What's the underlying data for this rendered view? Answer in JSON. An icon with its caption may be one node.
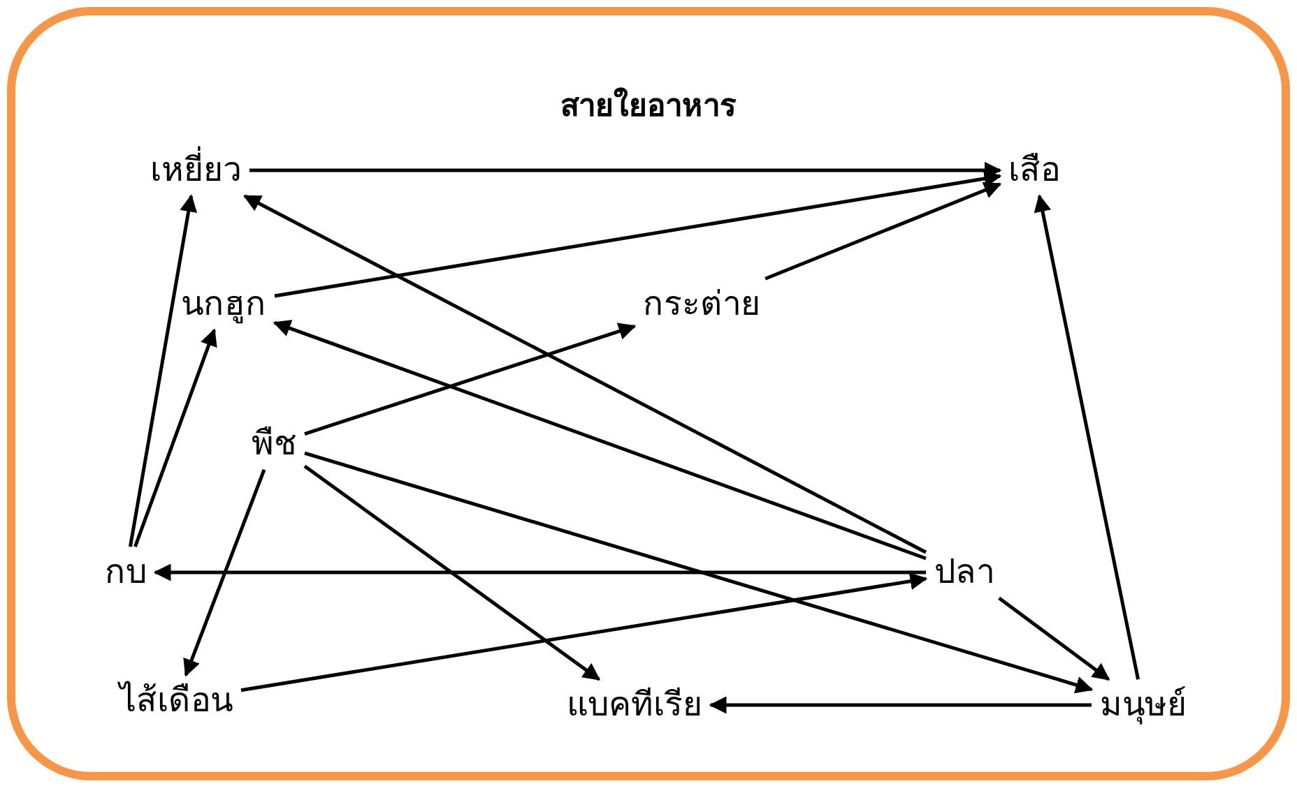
{
  "diagram": {
    "title": "สายใยอาหาร",
    "nodes": [
      {
        "text": [
          "เหยี่ยว"
        ]
      },
      {
        "text": [
          "เสือ"
        ]
      },
      {
        "text": [
          "นกฮูก"
        ]
      },
      {
        "text": [
          "กระต่าย"
        ]
      },
      {
        "text": [
          "พืช"
        ]
      },
      {
        "text": [
          "กบ"
        ]
      },
      {
        "text": [
          "ปลา"
        ]
      },
      {
        "text": [
          "ไส้เดือน"
        ]
      },
      {
        "text": [
          "แบคทีเรีย"
        ]
      },
      {
        "text": [
          "มนุษย์"
        ]
      }
    ],
    "edges": [
      {
        "from": 0,
        "to": 1,
        "arrow": "to"
      },
      {
        "from": 2,
        "to": 1,
        "arrow": "to"
      },
      {
        "from": 3,
        "to": 1,
        "arrow": "to"
      },
      {
        "from": 4,
        "to": 3,
        "arrow": "to"
      },
      {
        "from": 6,
        "to": 0,
        "arrow": "to"
      },
      {
        "from": 6,
        "to": 2,
        "arrow": "to"
      },
      {
        "from": 5,
        "to": 0,
        "arrow": "to"
      },
      {
        "from": 5,
        "to": 2,
        "arrow": "to"
      },
      {
        "from": 6,
        "to": 5,
        "arrow": "to"
      },
      {
        "from": 4,
        "to": 7,
        "arrow": "to"
      },
      {
        "from": 4,
        "to": 8,
        "arrow": "to"
      },
      {
        "from": 4,
        "to": 9,
        "arrow": "to"
      },
      {
        "from": 7,
        "to": 6,
        "arrow": "to"
      },
      {
        "from": 6,
        "to": 9,
        "arrow": "to"
      },
      {
        "from": 9,
        "to": 8,
        "arrow": "to"
      },
      {
        "from": 9,
        "to": 1,
        "arrow": "to"
      }
    ]
  }
}
